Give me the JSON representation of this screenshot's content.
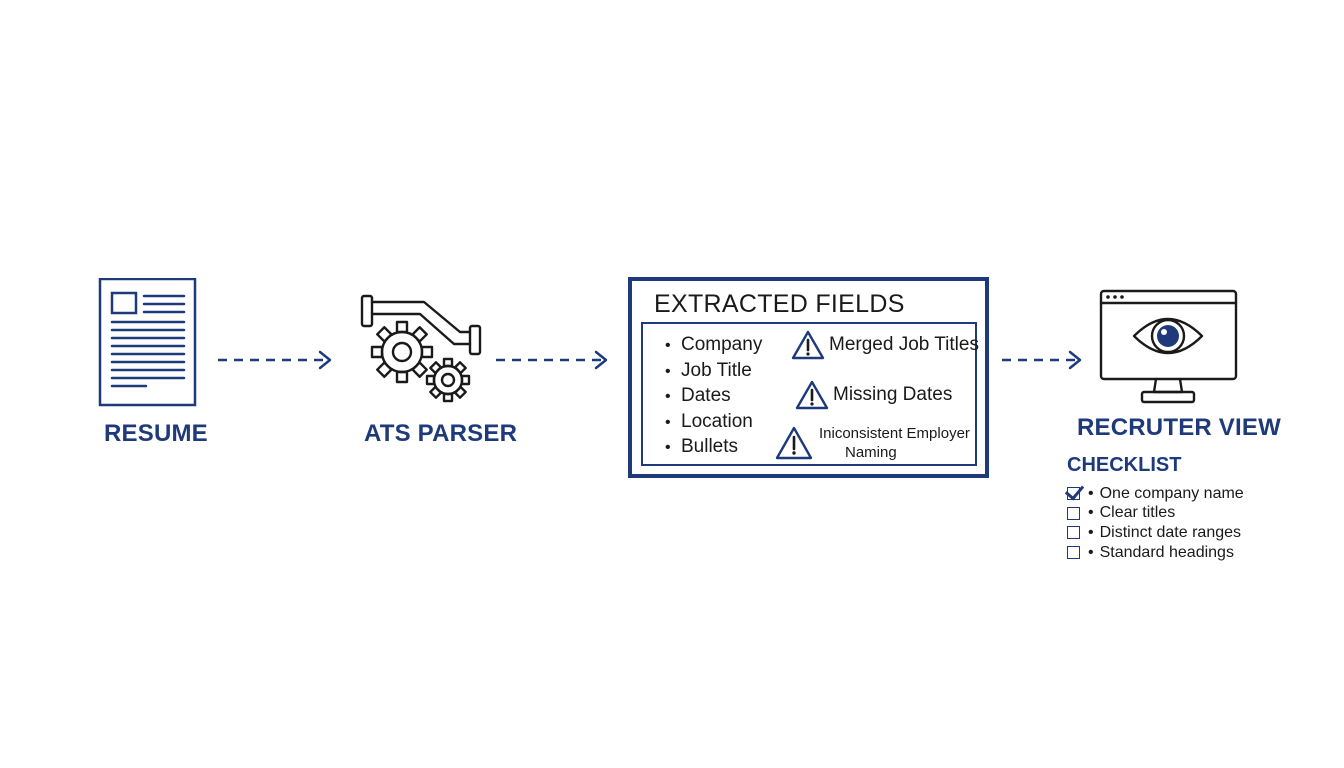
{
  "steps": {
    "resume": {
      "label": "RESUME"
    },
    "parser": {
      "label": "ATS PARSER"
    },
    "fields": {
      "title": "EXTRACTED FIELDS",
      "items": [
        "Company",
        "Job Title",
        "Dates",
        "Location",
        "Bullets"
      ],
      "warnings": [
        {
          "text": "Merged Job Titles"
        },
        {
          "text": "Missing Dates"
        },
        {
          "line1": "Iniconsistent Employer",
          "line2": "Naming"
        }
      ]
    },
    "recruiter": {
      "label": "RECRUTER VIEW",
      "checklist": {
        "title": "CHECKLIST",
        "items": [
          {
            "text": "One company name",
            "checked": true
          },
          {
            "text": "Clear titles",
            "checked": false
          },
          {
            "text": "Distinct date ranges",
            "checked": false
          },
          {
            "text": "Standard headings",
            "checked": false
          }
        ]
      }
    }
  },
  "colors": {
    "primary": "#1f3a7a",
    "text": "#1a1a1a"
  },
  "icons": [
    "document-icon",
    "gears-icon",
    "warning-icon",
    "monitor-eye-icon",
    "checkbox-icon",
    "arrow-right-icon"
  ]
}
